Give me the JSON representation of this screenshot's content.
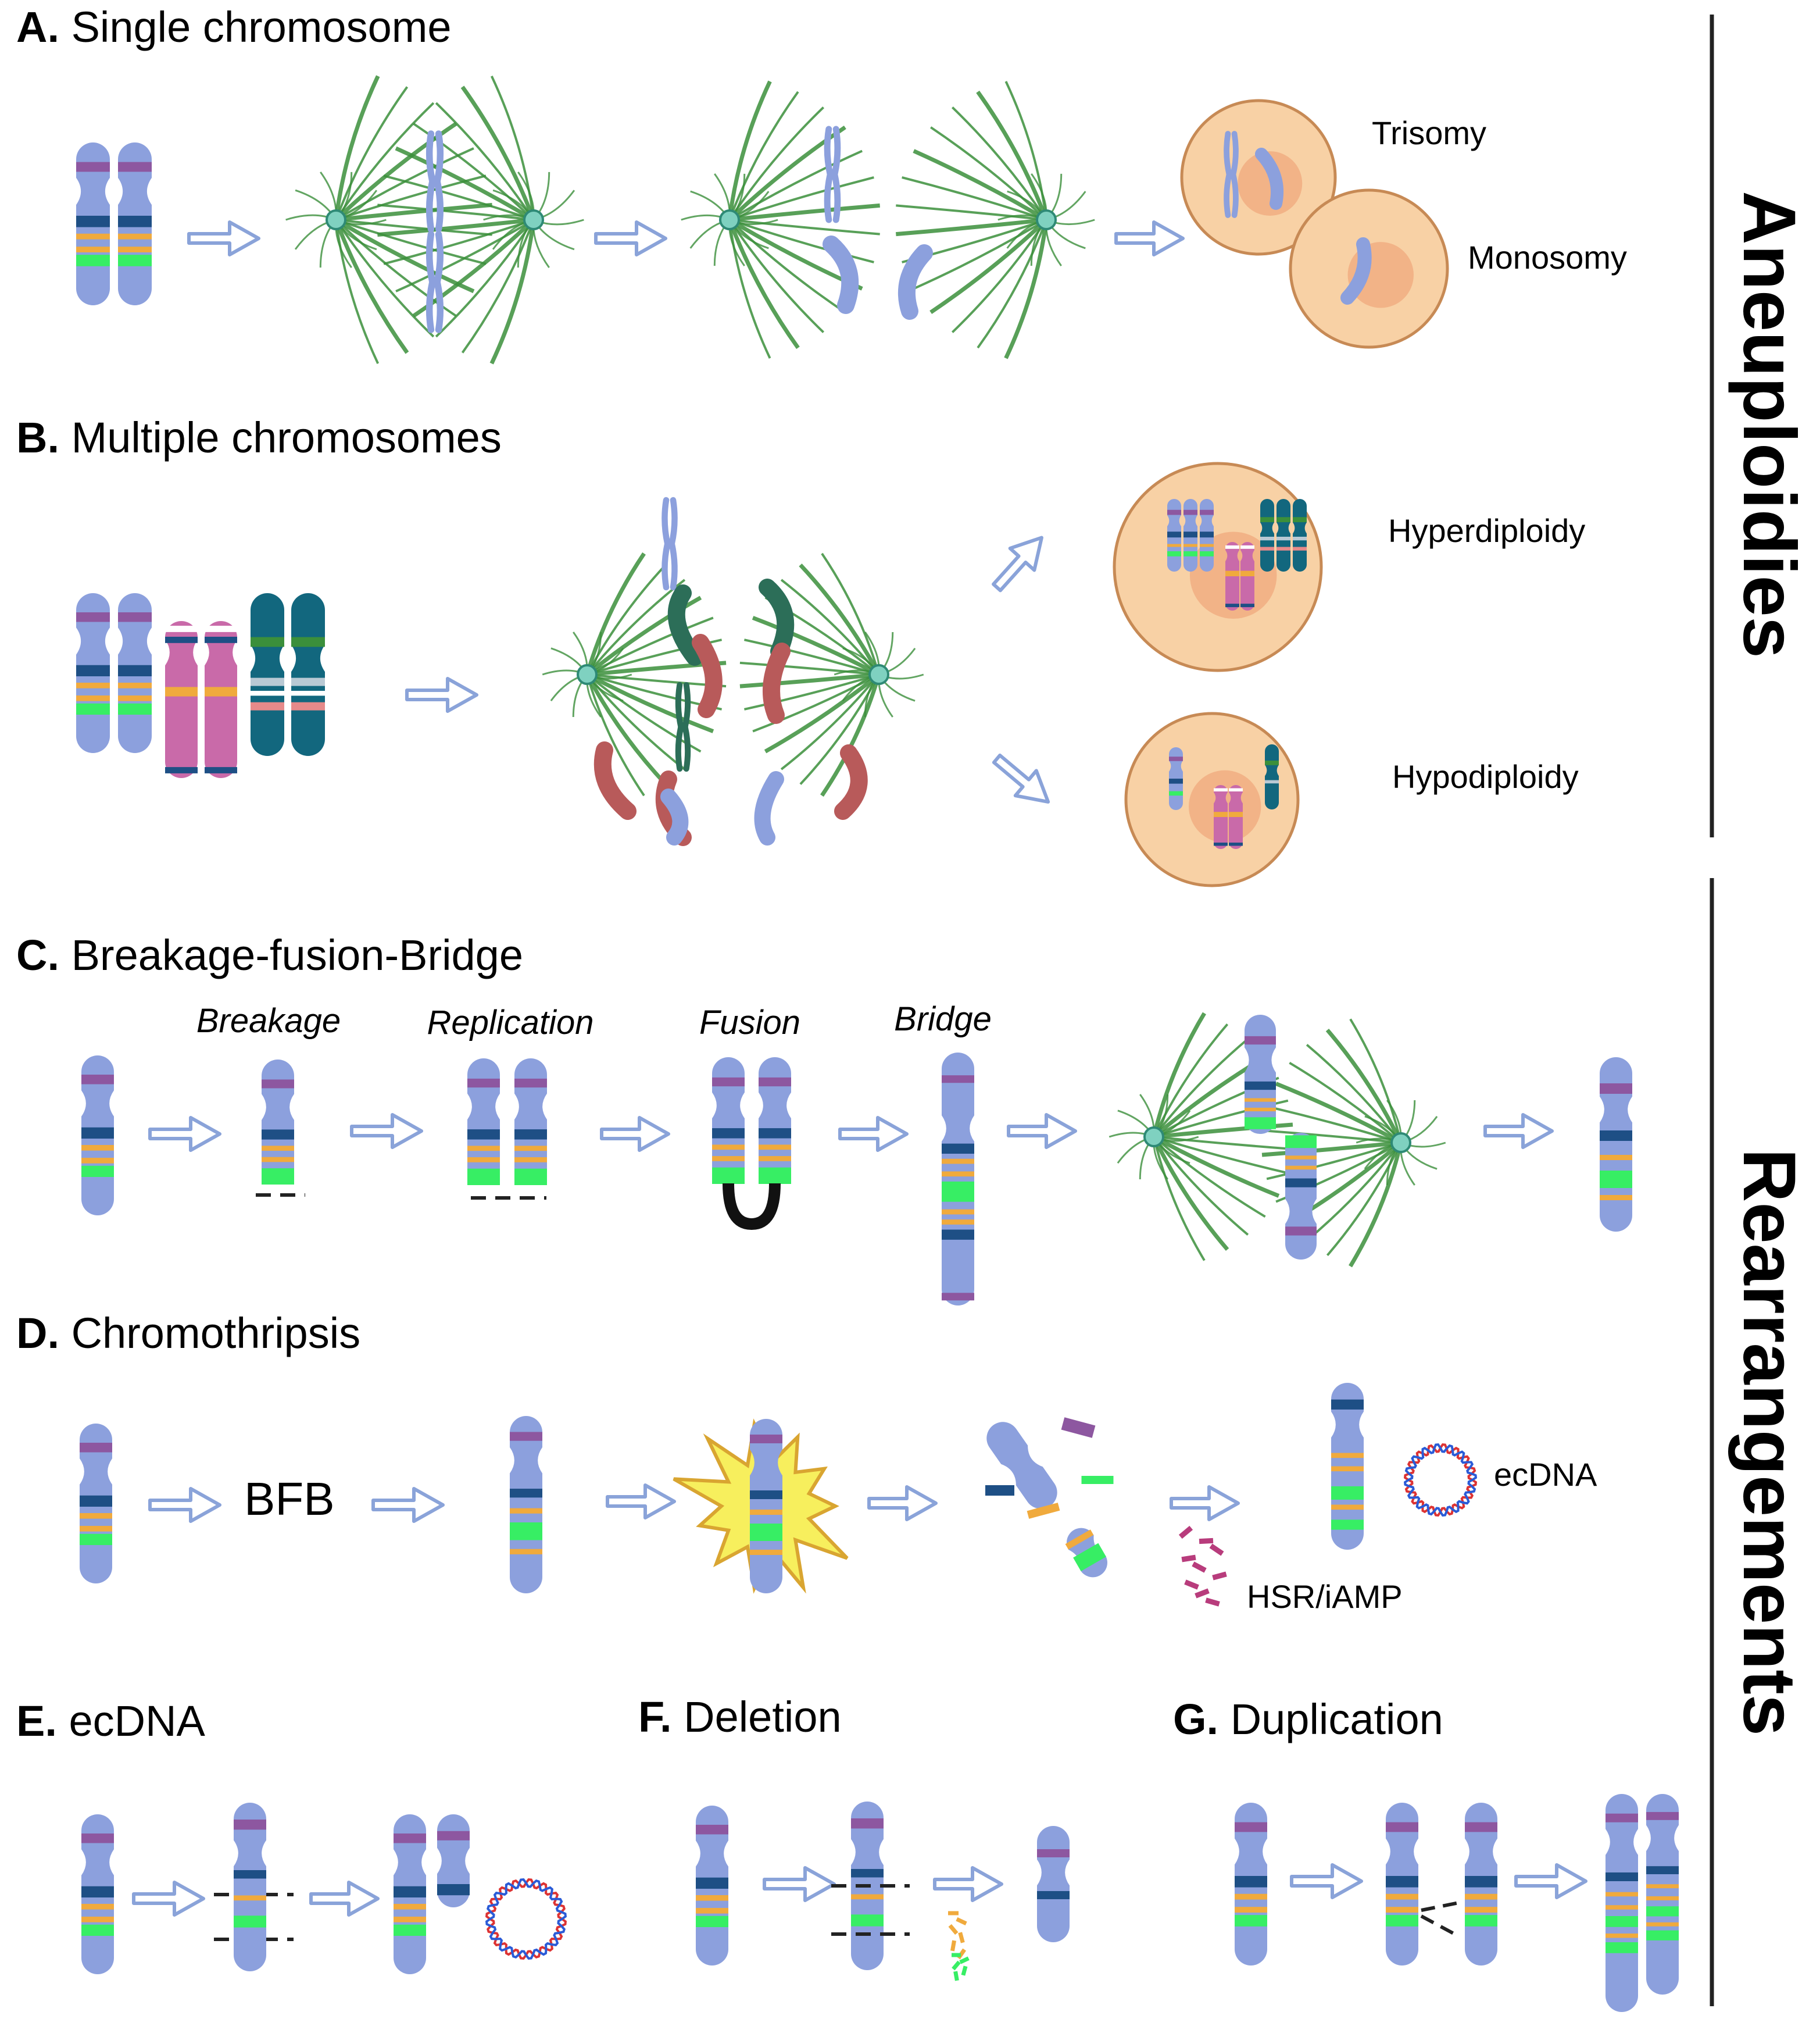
{
  "colors": {
    "chromosome": "#8ca0dd",
    "band_purple": "#8d57a0",
    "band_navy": "#1e4f85",
    "band_orange": "#f0aa3d",
    "band_green": "#37ee64",
    "chrom_pink": "#c96aa9",
    "chrom_teal": "#12677e",
    "chrom_dkgreen": "#2c6e58",
    "chrom_red": "#b85a5a",
    "spindle": "#3b8f3b",
    "cell": "#f8d1a5",
    "nucleus": "#f0a87e",
    "arrow": "#8aa3d9",
    "blast": "#f7ef5d",
    "bar": "#222222"
  },
  "icons": [
    "chromosome-icon",
    "spindle-icon",
    "cell-icon",
    "arrow-icon",
    "ecdna-ring-icon",
    "explosion-icon"
  ],
  "sides": {
    "top": "Aneuploidies",
    "bottom": "Rearrangements"
  },
  "panels": {
    "a": {
      "letter": "A.",
      "title": "Single chromosome",
      "labels": [
        "Trisomy",
        "Monosomy"
      ]
    },
    "b": {
      "letter": "B.",
      "title": "Multiple chromosomes",
      "labels": [
        "Hyperdiploidy",
        "Hypodiploidy"
      ]
    },
    "c": {
      "letter": "C.",
      "title": "Breakage-fusion-Bridge",
      "steps": [
        "Breakage",
        "Replication",
        "Fusion",
        "Bridge"
      ]
    },
    "d": {
      "letter": "D.",
      "title": "Chromothripsis",
      "bfb": "BFB",
      "ecdna": "ecDNA",
      "hsr": "HSR/iAMP"
    },
    "e": {
      "letter": "E.",
      "title": "ecDNA"
    },
    "f": {
      "letter": "F.",
      "title": "Deletion"
    },
    "g": {
      "letter": "G.",
      "title": "Duplication"
    }
  }
}
